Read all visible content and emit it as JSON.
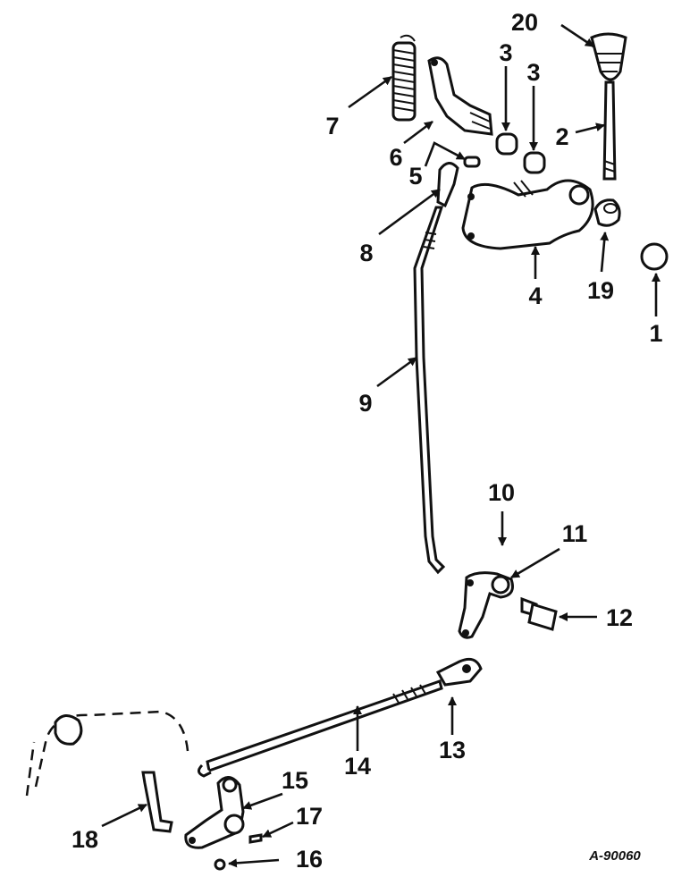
{
  "callouts": [
    {
      "id": "1",
      "text": "1"
    },
    {
      "id": "2",
      "text": "2"
    },
    {
      "id": "3a",
      "text": "3"
    },
    {
      "id": "3b",
      "text": "3"
    },
    {
      "id": "4",
      "text": "4"
    },
    {
      "id": "5",
      "text": "5"
    },
    {
      "id": "6",
      "text": "6"
    },
    {
      "id": "7",
      "text": "7"
    },
    {
      "id": "8",
      "text": "8"
    },
    {
      "id": "9",
      "text": "9"
    },
    {
      "id": "10",
      "text": "10"
    },
    {
      "id": "11",
      "text": "11"
    },
    {
      "id": "12",
      "text": "12"
    },
    {
      "id": "13",
      "text": "13"
    },
    {
      "id": "14",
      "text": "14"
    },
    {
      "id": "15",
      "text": "15"
    },
    {
      "id": "16",
      "text": "16"
    },
    {
      "id": "17",
      "text": "17"
    },
    {
      "id": "18",
      "text": "18"
    },
    {
      "id": "19",
      "text": "19"
    },
    {
      "id": "20",
      "text": "20"
    }
  ],
  "figure_code": "A-90060"
}
